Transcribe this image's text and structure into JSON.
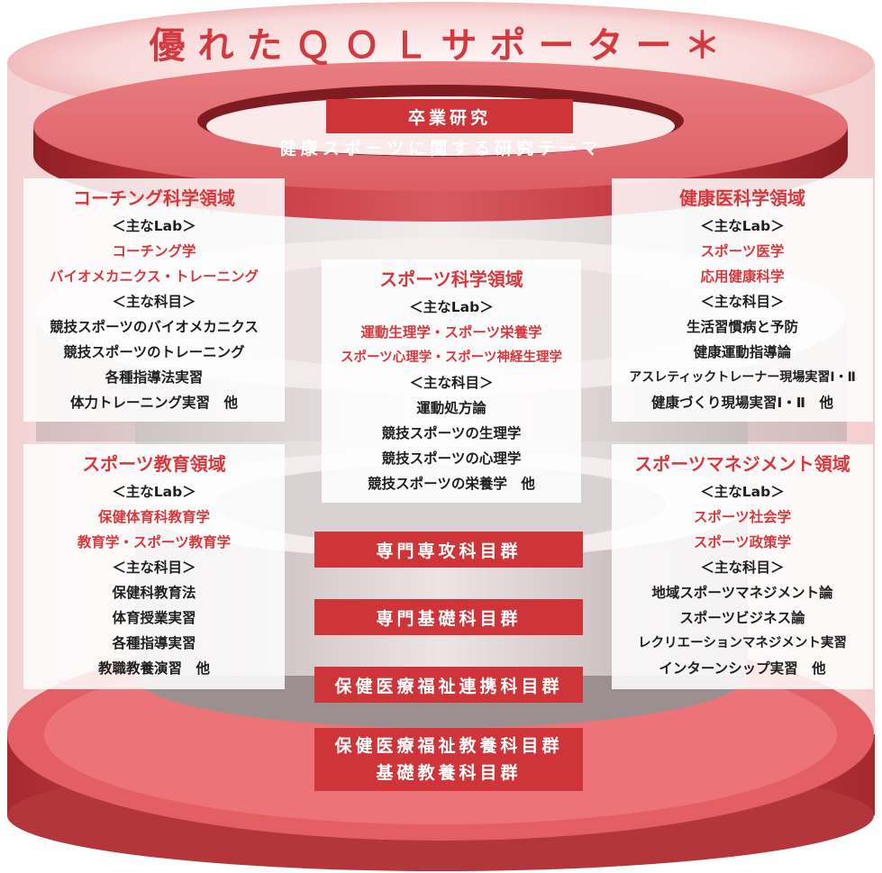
{
  "title": "優れたＱＯＬサポーター＊",
  "top_label": "卒業研究",
  "band_label": "健康スポーツに関する研究テーマ",
  "areas": [
    {
      "id": "coaching",
      "heading": "コーチング科学領域",
      "labs_label": "＜主なLab＞",
      "labs": [
        "コーチング学",
        "バイオメカニクス・トレーニング"
      ],
      "courses_label": "＜主な科目＞",
      "courses": [
        "競技スポーツのバイオメカニクス",
        "競技スポーツのトレーニング",
        "各種指導法実習",
        "体力トレーニング実習　他"
      ]
    },
    {
      "id": "health-medicine",
      "heading": "健康医科学領域",
      "labs_label": "＜主なLab＞",
      "labs": [
        "スポーツ医学",
        "応用健康科学"
      ],
      "courses_label": "＜主な科目＞",
      "courses": [
        "生活習慣病と予防",
        "健康運動指導論",
        "アスレティックトレーナー現場実習Ⅰ・Ⅱ",
        "健康づくり現場実習Ⅰ・Ⅱ　他"
      ]
    },
    {
      "id": "sport-science",
      "heading": "スポーツ科学領域",
      "labs_label": "＜主なLab＞",
      "labs": [
        "運動生理学・スポーツ栄養学",
        "スポーツ心理学・スポーツ神経生理学"
      ],
      "courses_label": "＜主な科目＞",
      "courses": [
        "運動処方論",
        "競技スポーツの生理学",
        "競技スポーツの心理学",
        "競技スポーツの栄養学　他"
      ]
    },
    {
      "id": "education",
      "heading": "スポーツ教育領域",
      "labs_label": "＜主なLab＞",
      "labs": [
        "保健体育科教育学",
        "教育学・スポーツ教育学"
      ],
      "courses_label": "＜主な科目＞",
      "courses": [
        "保健科教育法",
        "体育授業実習",
        "各種指導実習",
        "教職教養演習　他"
      ]
    },
    {
      "id": "management",
      "heading": "スポーツマネジメント領域",
      "labs_label": "＜主なLab＞",
      "labs": [
        "スポーツ社会学",
        "スポーツ政策学"
      ],
      "courses_label": "＜主な科目＞",
      "courses": [
        "地域スポーツマネジメント論",
        "スポーツビジネス論",
        "レクリエーションマネジメント実習",
        "インターンシップ実習　他"
      ]
    }
  ],
  "course_groups": [
    "専門専攻科目群",
    "専門基礎科目群",
    "保健医療福祉連携科目群"
  ],
  "base_groups": [
    "保健医療福祉教養科目群",
    "基礎教養科目群"
  ],
  "colors": {
    "accent": "#cf3438",
    "heading_red": "#d7383d"
  }
}
